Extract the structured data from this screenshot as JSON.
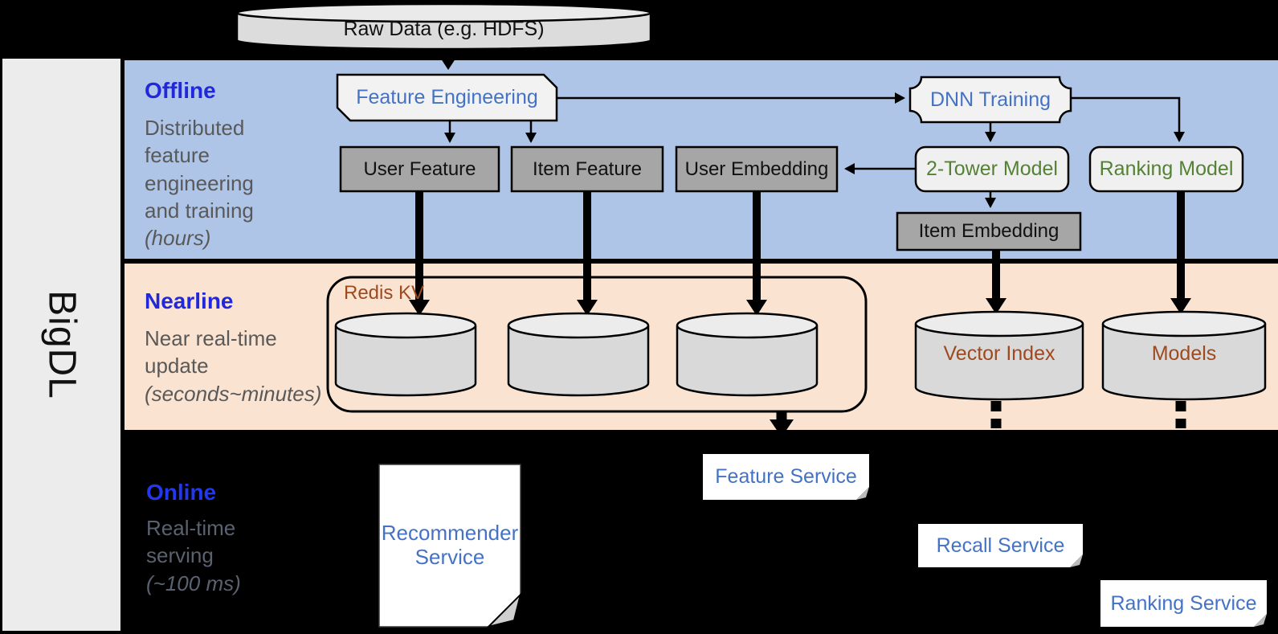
{
  "sidebar": {
    "label": "BigDL"
  },
  "sections": {
    "offline": {
      "title": "Offline",
      "desc": "Distributed feature engineering and training",
      "desc_italic": "(hours)"
    },
    "nearline": {
      "title": "Nearline",
      "desc": "Near real-time update",
      "desc_italic": "(seconds~minutes)"
    },
    "online": {
      "title": "Online",
      "desc": "Real-time serving",
      "desc_italic": "(~100 ms)"
    }
  },
  "nodes": {
    "raw_data": {
      "label": "Raw Data (e.g. HDFS)"
    },
    "feature_engineering": {
      "label": "Feature Engineering"
    },
    "user_feature": {
      "label": "User Feature"
    },
    "item_feature": {
      "label": "Item Feature"
    },
    "user_embedding": {
      "label": "User Embedding"
    },
    "dnn_training": {
      "label": "DNN Training"
    },
    "two_tower_model": {
      "label": "2-Tower Model"
    },
    "ranking_model": {
      "label": "Ranking Model"
    },
    "item_embedding": {
      "label": "Item Embedding"
    },
    "redis_kv": {
      "label": "Redis KV"
    },
    "vector_index": {
      "label": "Vector Index"
    },
    "models": {
      "label": "Models"
    },
    "recommender_service": {
      "label": "Recommender Service"
    },
    "feature_service": {
      "label": "Feature Service"
    },
    "recall_service": {
      "label": "Recall Service"
    },
    "ranking_service": {
      "label": "Ranking Service"
    }
  },
  "edges": [
    {
      "from": "raw_data",
      "to": "feature_engineering",
      "style": "thick"
    },
    {
      "from": "feature_engineering",
      "to": "user_feature",
      "style": "thin"
    },
    {
      "from": "feature_engineering",
      "to": "item_feature",
      "style": "thin"
    },
    {
      "from": "feature_engineering",
      "to": "dnn_training",
      "style": "thin"
    },
    {
      "from": "dnn_training",
      "to": "two_tower_model",
      "style": "thin"
    },
    {
      "from": "dnn_training",
      "to": "ranking_model",
      "style": "thin"
    },
    {
      "from": "two_tower_model",
      "to": "user_embedding",
      "style": "thin"
    },
    {
      "from": "two_tower_model",
      "to": "item_embedding",
      "style": "thin"
    },
    {
      "from": "user_feature",
      "to": "redis_kv_cylinder_1",
      "style": "thick"
    },
    {
      "from": "item_feature",
      "to": "redis_kv_cylinder_2",
      "style": "thick"
    },
    {
      "from": "user_embedding",
      "to": "redis_kv_cylinder_3",
      "style": "thick"
    },
    {
      "from": "item_embedding",
      "to": "vector_index",
      "style": "thick"
    },
    {
      "from": "ranking_model",
      "to": "models",
      "style": "thick"
    },
    {
      "from": "redis_kv",
      "to": "feature_service",
      "style": "thick-dashed"
    },
    {
      "from": "vector_index",
      "to": "recall_service",
      "style": "thick-dashed"
    },
    {
      "from": "models",
      "to": "ranking_service",
      "style": "thick-dashed"
    }
  ],
  "colors": {
    "background": "#000000",
    "band_offline": "#aec5e8",
    "band_nearline": "#fbe3d1",
    "sidebar_gray": "#ececec",
    "node_gray": "#a6a6a6",
    "node_light": "#f2f2f2",
    "cylinder_body": "#d9d9d9",
    "text_blue": "#4472c4",
    "text_green": "#548235",
    "text_brown": "#9e4a1e",
    "header_blue": "#2128d9",
    "desc_gray": "#595959",
    "service_white": "#ffffff"
  }
}
